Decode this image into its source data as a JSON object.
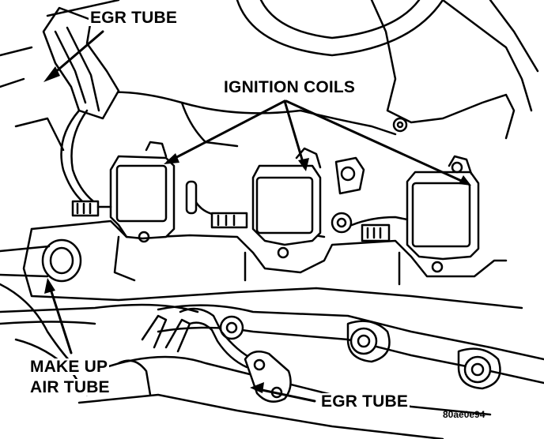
{
  "labels": {
    "egr_tube_top": "EGR TUBE",
    "ignition_coils": "IGNITION COILS",
    "make_up_line1": "MAKE UP",
    "make_up_line2": "AIR TUBE",
    "egr_tube_bottom": "EGR TUBE",
    "figure_code": "80ae0e94"
  },
  "colors": {
    "ink": "#000000",
    "paper": "#ffffff"
  }
}
